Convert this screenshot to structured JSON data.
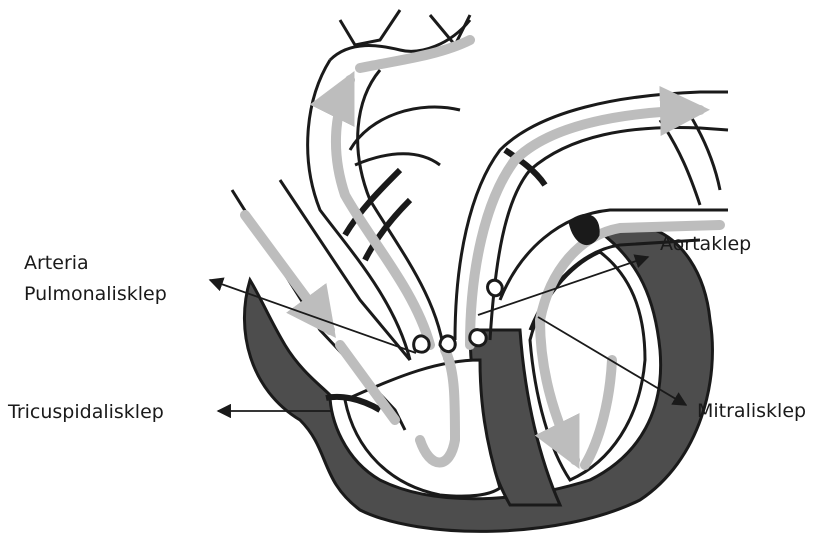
{
  "labels": {
    "pulmonary_line1": "Arteria",
    "pulmonary_line2": "Pulmonalisklep",
    "aortic": "Aortaklep",
    "tricuspid": "Tricuspidalisklep",
    "mitral": "Mitralisklep"
  },
  "colors": {
    "outline": "#1a1a1a",
    "muscle": "#4d4d4d",
    "flow": "#bdbdbd",
    "background": "#ffffff"
  }
}
